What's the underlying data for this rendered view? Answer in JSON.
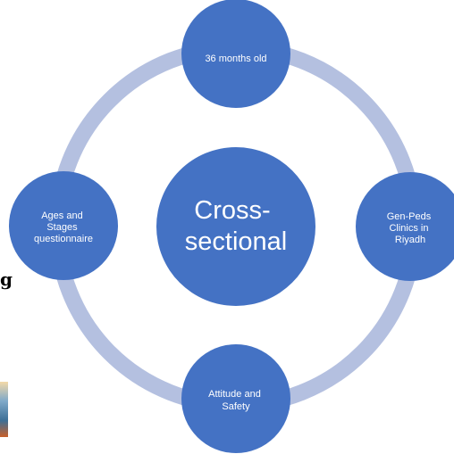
{
  "diagram": {
    "center": {
      "lines": [
        "Cross-",
        "sectional"
      ]
    },
    "nodes": {
      "top": {
        "lines": [
          "36 months old"
        ]
      },
      "right": {
        "lines": [
          "Gen-Peds",
          "Clinics in",
          "Riyadh"
        ]
      },
      "bottom": {
        "lines": [
          "Attitude and",
          "Safety"
        ]
      },
      "left": {
        "lines": [
          "Ages and",
          "Stages",
          "questionnaire"
        ]
      }
    }
  },
  "colors": {
    "node_fill": "#4472c4",
    "ring": "#b4c0e0",
    "label_text": "#ffffff"
  },
  "edge_artifacts": {
    "left_text": "g"
  }
}
